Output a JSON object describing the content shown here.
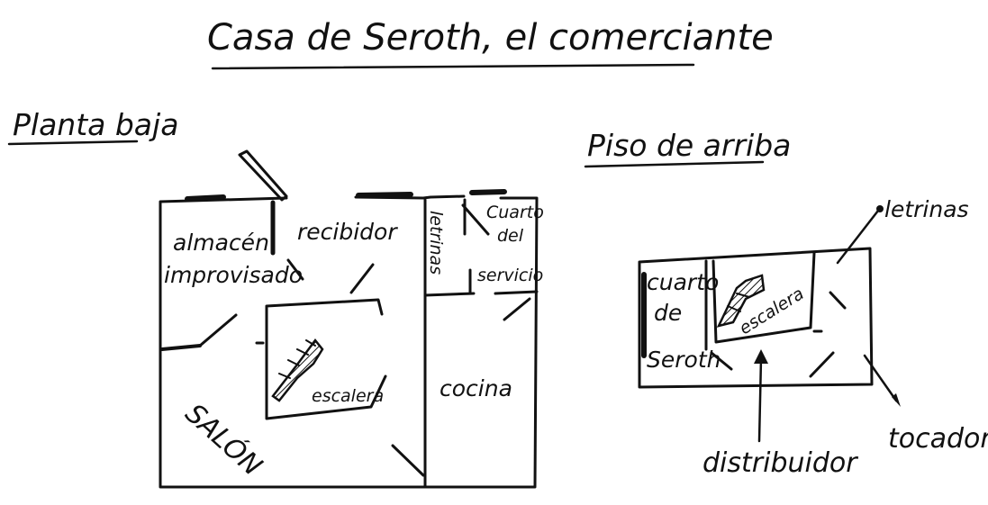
{
  "title": "Casa de Seroth, el comerciante",
  "ground_floor": {
    "heading": "Planta baja",
    "rooms": {
      "almacen_line1": "almacén",
      "almacen_line2": "improvisado",
      "recibidor": "recibidor",
      "letrinas": "letrinas",
      "cuarto_servicio_line1": "Cuarto",
      "cuarto_servicio_line2": "del",
      "cuarto_servicio_line3": "servicio",
      "escalera": "escalera",
      "cocina": "cocina",
      "salon": "SALÓN"
    }
  },
  "upper_floor": {
    "heading": "Piso de arriba",
    "rooms": {
      "cuarto_line1": "cuarto",
      "cuarto_line2": "de",
      "cuarto_line3": "Seroth",
      "escalera": "escalera"
    },
    "callouts": {
      "letrinas": "letrinas",
      "tocador": "tocador",
      "distribuidor": "distribuidor"
    }
  }
}
